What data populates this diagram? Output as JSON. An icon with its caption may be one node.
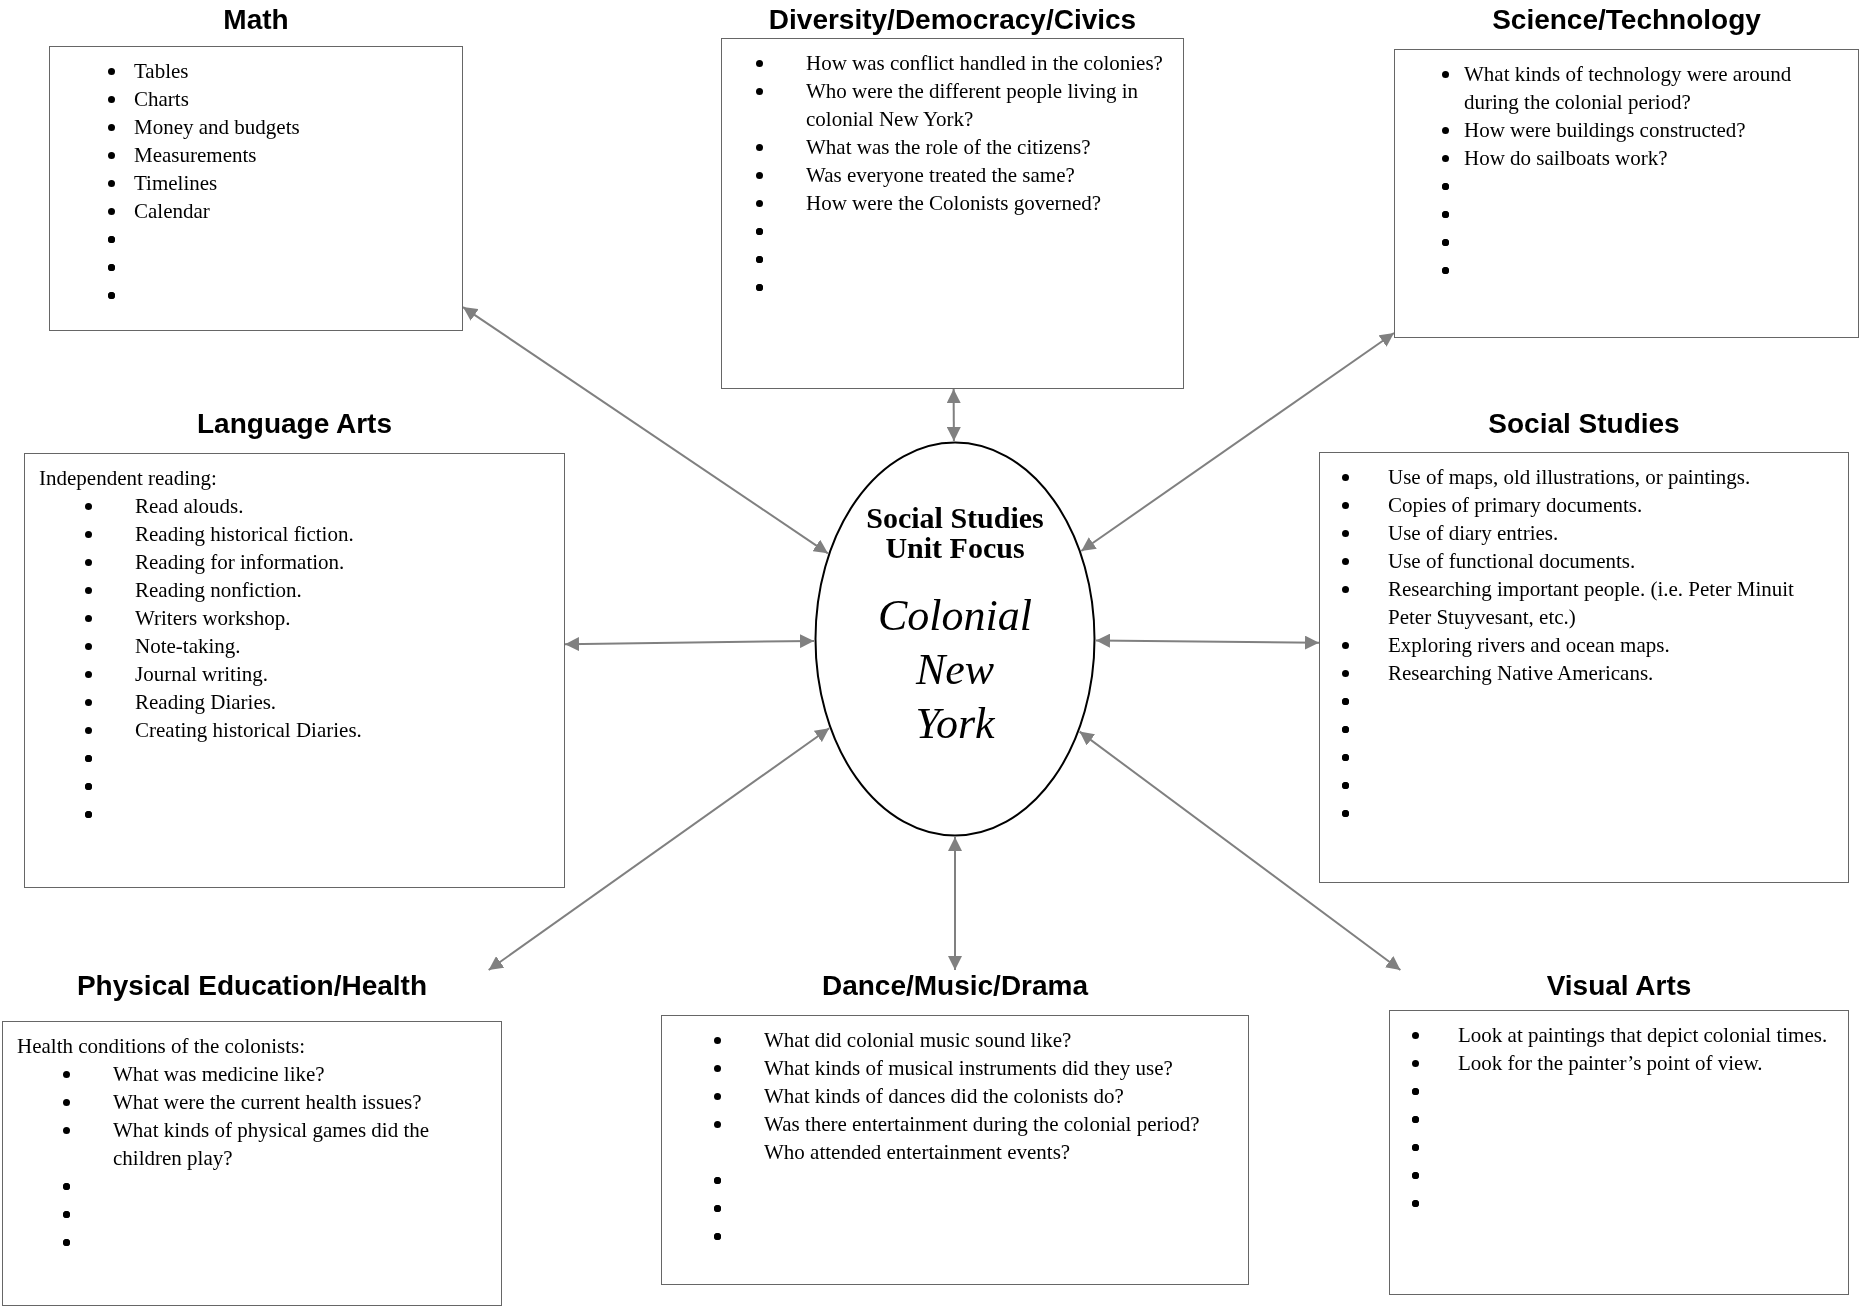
{
  "diagram": {
    "nodes": [
      {
        "text": [
          "Math",
          "Tables",
          "Charts",
          "Money and budgets",
          "Measurements",
          "Timelines",
          "Calendar"
        ]
      },
      {
        "text": [
          "Diversity/Democracy/Civics",
          "How was conflict handled in the colonies?",
          "Who were the different people living in colonial New York?",
          "What was the role of the citizens?",
          "Was everyone treated the same?",
          "How were the Colonists governed?"
        ]
      },
      {
        "text": [
          "Science/Technology",
          "What kinds of technology were around during the colonial period?",
          "How were buildings constructed?",
          "How do sailboats work?"
        ]
      },
      {
        "text": [
          "Language Arts",
          "Independent reading:",
          "Read alouds.",
          "Reading historical fiction.",
          "Reading for information.",
          "Reading nonfiction.",
          "Writers workshop.",
          "Note-taking.",
          "Journal writing.",
          "Reading Diaries.",
          "Creating historical Diaries."
        ]
      },
      {
        "text": [
          "Social Studies Unit Focus",
          "Colonial New York"
        ]
      },
      {
        "text": [
          "Social Studies",
          "Use of maps, old illustrations, or paintings.",
          "Copies of primary documents.",
          "Use of diary entries.",
          "Use of functional documents.",
          "Researching important people. (i.e. Peter Minuit Peter Stuyvesant, etc.)",
          "Exploring rivers and ocean maps.",
          "Researching Native Americans."
        ]
      },
      {
        "text": [
          "Physical Education/Health",
          "Health conditions of the colonists:",
          "What was medicine like?",
          "What were the current health issues?",
          "What kinds of physical games did the children play?"
        ]
      },
      {
        "text": [
          "Dance/Music/Drama",
          "What did colonial music sound like?",
          "What kinds of musical instruments did they use?",
          "What kinds of dances did the colonists do?",
          "Was there entertainment during the colonial period?  Who attended entertainment events?"
        ]
      },
      {
        "text": [
          "Visual Arts",
          "Look at paintings that depict colonial times.",
          "Look for the painter’s point of view."
        ]
      }
    ],
    "edges": [
      {
        "from": 4,
        "to": 0,
        "arrow": "both"
      },
      {
        "from": 4,
        "to": 1,
        "arrow": "both"
      },
      {
        "from": 4,
        "to": 2,
        "arrow": "both"
      },
      {
        "from": 4,
        "to": 3,
        "arrow": "both"
      },
      {
        "from": 4,
        "to": 5,
        "arrow": "both"
      },
      {
        "from": 4,
        "to": 6,
        "arrow": "both"
      },
      {
        "from": 4,
        "to": 7,
        "arrow": "both"
      },
      {
        "from": 4,
        "to": 8,
        "arrow": "both"
      }
    ]
  }
}
